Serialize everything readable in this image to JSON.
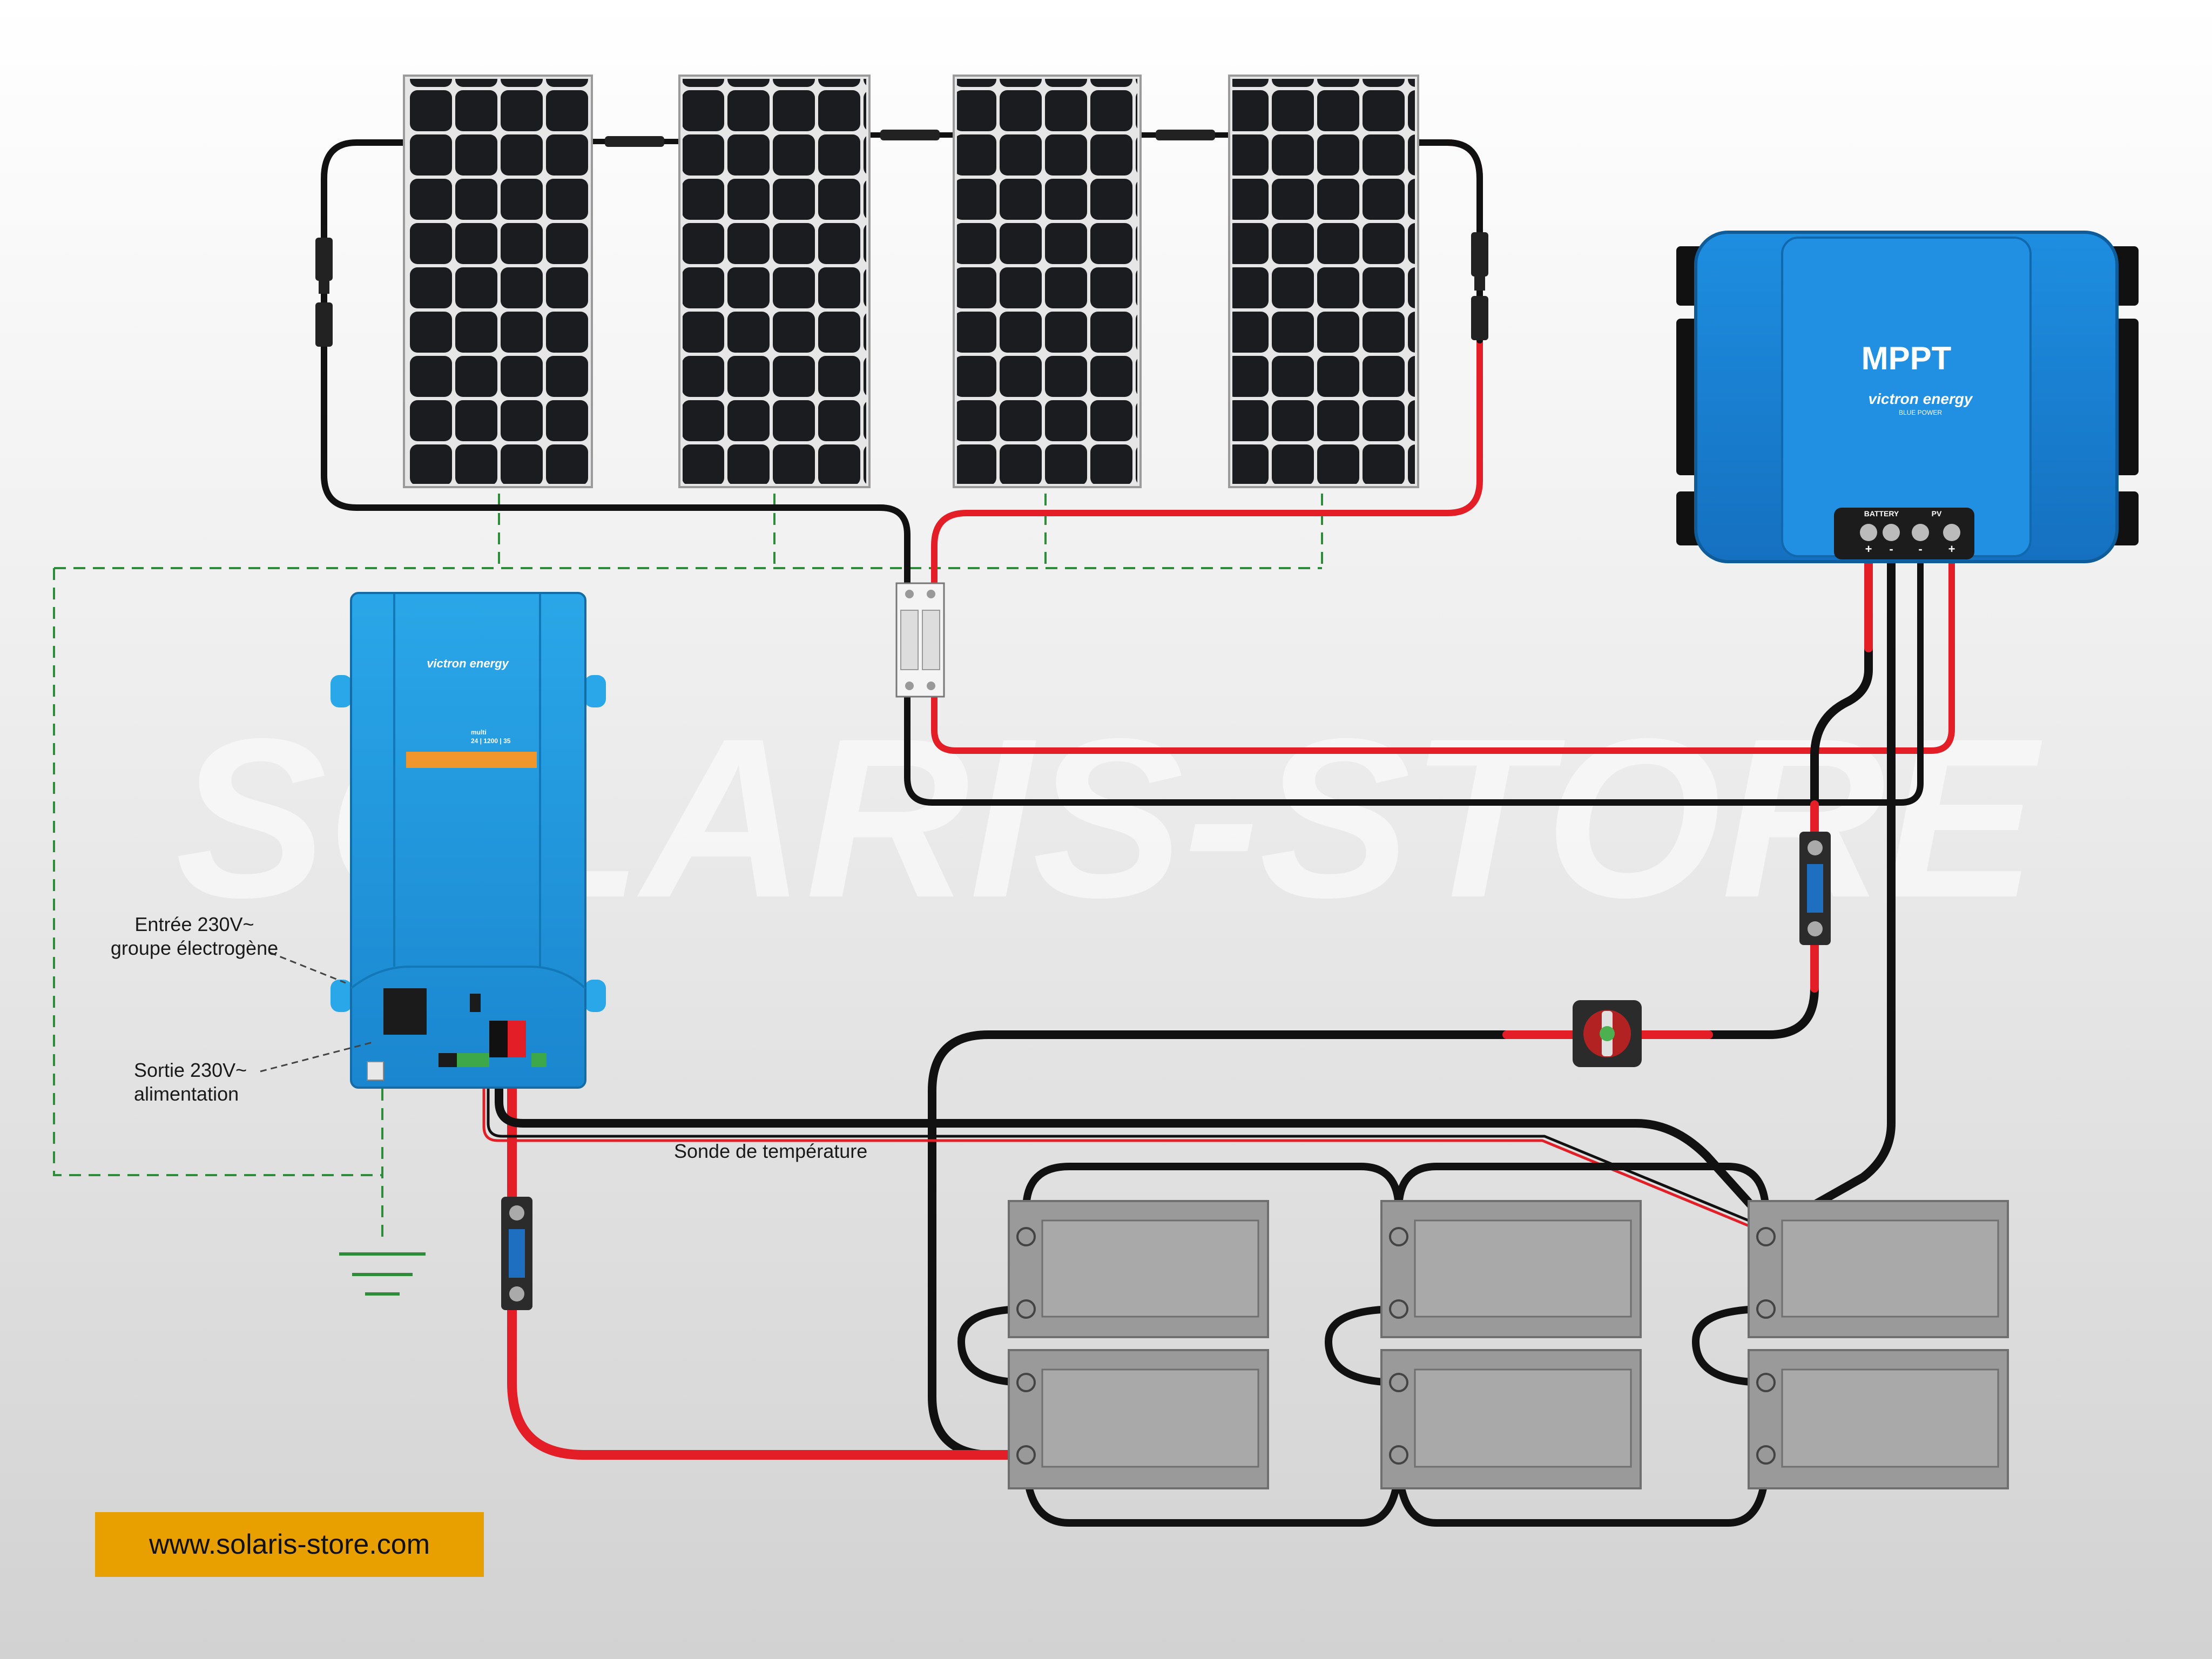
{
  "watermark": "SOLARIS-STORE",
  "mppt": {
    "title": "MPPT",
    "brand": "victron energy",
    "brand_tagline": "BLUE POWER",
    "terminals_battery": "BATTERY",
    "terminals_pv": "PV",
    "polarity": [
      "+",
      "-",
      "-",
      "+"
    ]
  },
  "multiplus": {
    "brand": "victron energy",
    "model_line1": "multi",
    "model_line2": "24 | 1200 | 35"
  },
  "labels": {
    "generator_input_line1": "Entrée 230V~",
    "generator_input_line2": "groupe électrogène",
    "output_line1": "Sortie 230V~",
    "output_line2": "alimentation",
    "temperature_probe": "Sonde de température"
  },
  "website": "www.solaris-store.com",
  "colors": {
    "positive_cable": "#e41e26",
    "negative_cable": "#111111",
    "victron_blue": "#1b8fd6",
    "badge": "#e8a000",
    "ground_dash": "#2e8b3a"
  },
  "icons": [
    "solar-panel-icon",
    "mc4-connector-icon",
    "dc-breaker-icon",
    "fuse-icon",
    "battery-switch-icon",
    "battery-icon",
    "ground-icon"
  ]
}
